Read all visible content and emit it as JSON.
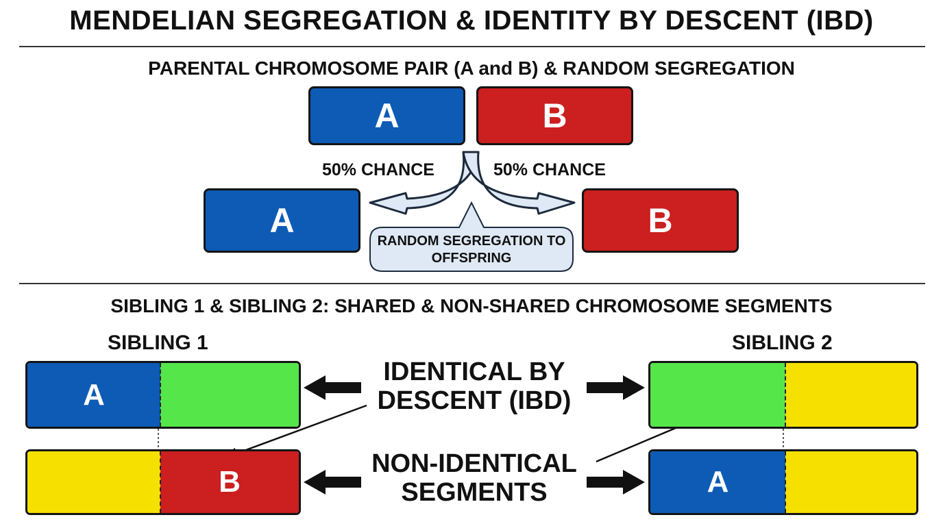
{
  "title": "MENDELIAN SEGREGATION & IDENTITY BY DESCENT (IBD)",
  "colors": {
    "allele_a": "#0d5bb5",
    "allele_b": "#cc1f1f",
    "ibd_segment": "#55e64a",
    "non_ibd_segment": "#f6e000",
    "callout_fill": "#dfe9f5",
    "callout_stroke": "#1c2a3c",
    "arrow": "#111111"
  },
  "parental": {
    "heading": "PARENTAL CHROMOSOME PAIR (A and B) & RANDOM SEGREGATION",
    "chrom_a": "A",
    "chrom_b": "B",
    "left_chance": "50% CHANCE",
    "right_chance": "50% CHANCE",
    "offspring_a": "A",
    "offspring_b": "B",
    "callout": "RANDOM SEGREGATION TO OFFSPRING"
  },
  "siblings": {
    "heading": "SIBLING 1 & SIBLING 2: SHARED & NON-SHARED CHROMOSOME SEGMENTS",
    "sibling1_label": "SIBLING 1",
    "sibling2_label": "SIBLING 2",
    "ibd_label": "IDENTICAL BY DESCENT (IBD)",
    "non_ibd_label": "NON-IDENTICAL SEGMENTS",
    "sib1_top_left": "A",
    "sib1_bottom_right": "B",
    "sib2_bottom_left": "A"
  }
}
